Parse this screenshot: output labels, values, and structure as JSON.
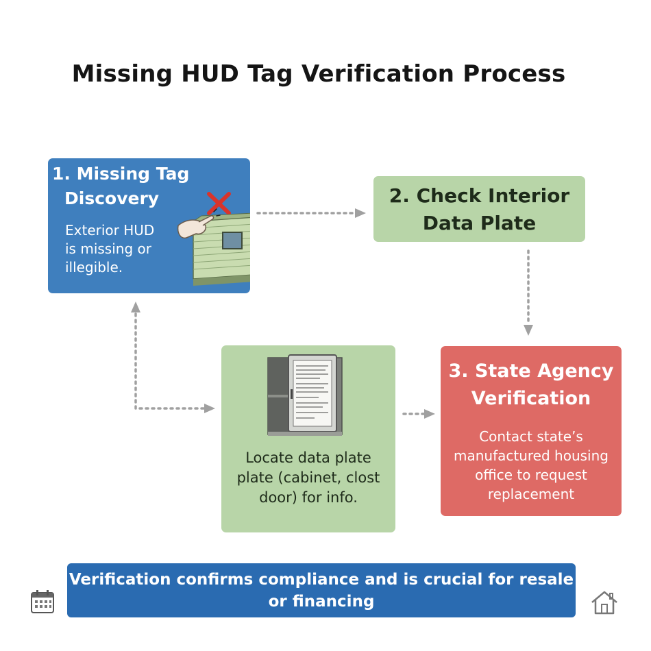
{
  "title": "Missing HUD Tag Verification Process",
  "step1": {
    "heading_line1": "1. Missing Tag",
    "heading_line2": "Discovery",
    "body": "Exterior HUD is missing or illegible."
  },
  "step2": {
    "heading": "2. Check Interior Data Plate"
  },
  "locate": {
    "body": "Locate data plate plate (cabinet, clost door) for info."
  },
  "step3": {
    "heading": "3. State Agency Verification",
    "body": "Contact state’s manufactured housing office to request replacement"
  },
  "banner": {
    "text": "Verification confirms compliance and is crucial for resale or financing"
  },
  "icons": {
    "calendar": "calendar-icon",
    "home": "home-icon",
    "missing_mark": "x-mark-icon",
    "house_illustration": "manufactured-home-illustration",
    "cabinet_illustration": "cabinet-data-plate-illustration"
  },
  "colors": {
    "step1_bg": "#3f7fbe",
    "step2_bg": "#b8d5a8",
    "step3_bg": "#de6a65",
    "banner_bg": "#2a6bb1",
    "arrow": "#a0a0a0"
  }
}
